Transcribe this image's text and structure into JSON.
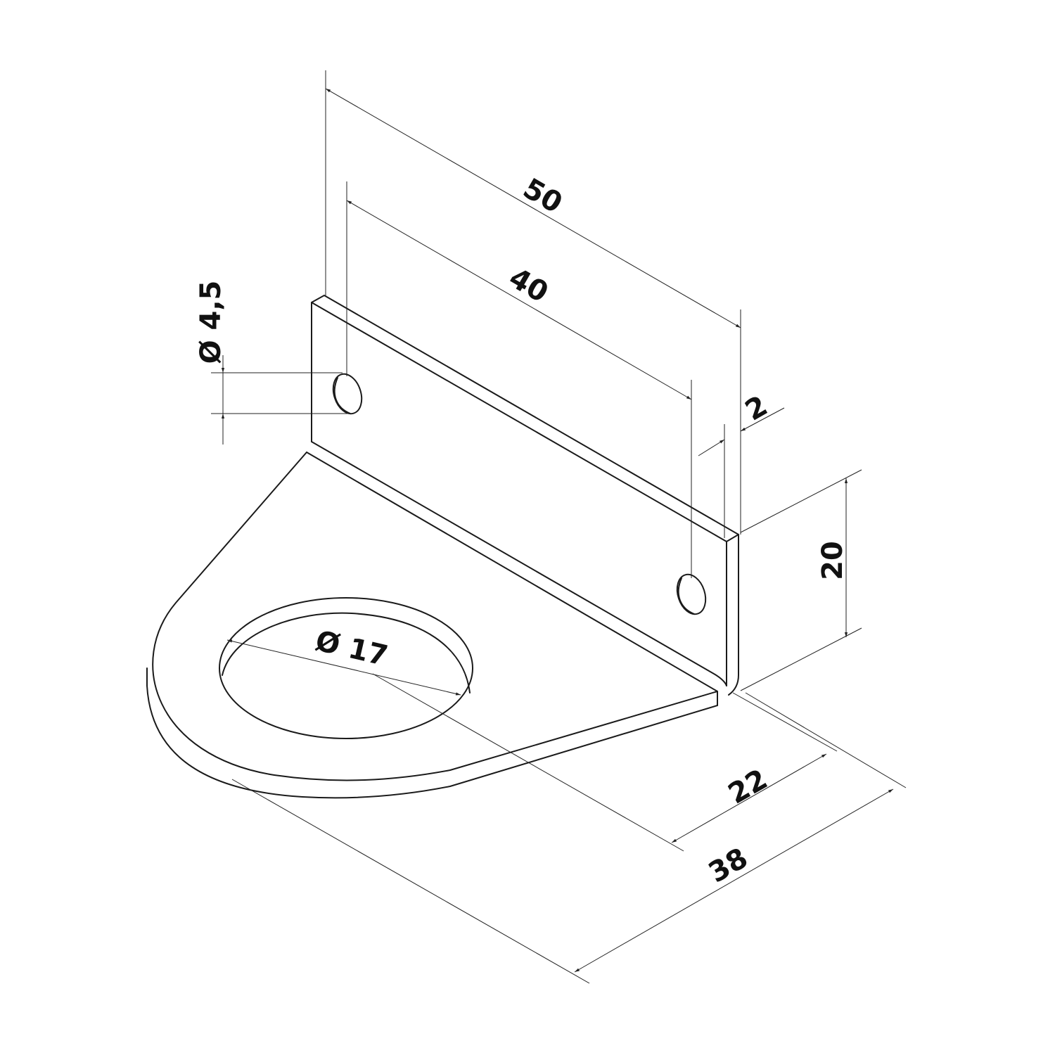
{
  "dimensions": {
    "length_50": "50",
    "hole_spacing_40": "40",
    "small_hole_diameter": "Ø 4,5",
    "thickness_2": "2",
    "flange_height_20": "20",
    "large_hole_diameter": "Ø 17",
    "hole_offset_22": "22",
    "base_depth_38": "38"
  },
  "colors": {
    "line": "#1a1a1a",
    "background": "#ffffff"
  }
}
